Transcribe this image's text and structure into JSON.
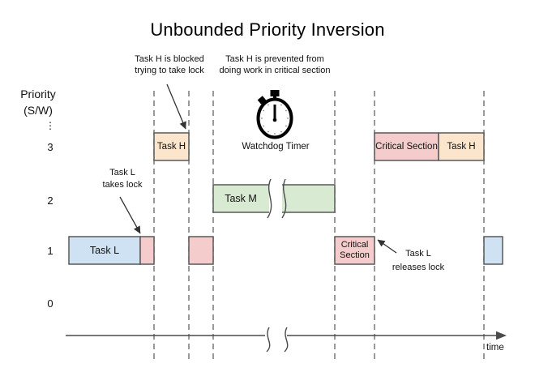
{
  "title": "Unbounded Priority Inversion",
  "axis": {
    "priority_label_line1": "Priority",
    "priority_label_line2": "(S/W)",
    "ellipsis": "⋮",
    "levels": [
      "3",
      "2",
      "1",
      "0"
    ],
    "time_label": "time"
  },
  "annotations": {
    "blocked_line1": "Task H is blocked",
    "blocked_line2": "trying to take lock",
    "prevented_line1": "Task H is prevented from",
    "prevented_line2": "doing work in critical section",
    "takes_lock_line1": "Task L",
    "takes_lock_line2": "takes lock",
    "releases_lock_line1": "Task L",
    "releases_lock_line2": "releases lock",
    "watchdog_label": "Watchdog Timer"
  },
  "tasks": {
    "task_l": "Task L",
    "task_h_run": "Task H",
    "task_m": "Task M",
    "critical_top": "Critical Section",
    "task_h_resume": "Task H",
    "critical_bottom_line1": "Critical",
    "critical_bottom_line2": "Section"
  },
  "icons": {
    "watchdog": "stopwatch-icon"
  },
  "colors": {
    "task_l_blue": "#cfe2f3",
    "task_h_tan": "#fce5cd",
    "task_m_green": "#d9ead3",
    "critical_pink": "#f4cccc",
    "box_border": "#595959",
    "dashed_line": "#6f6f6f",
    "axis_line": "#4a4a4a",
    "white": "#ffffff"
  }
}
